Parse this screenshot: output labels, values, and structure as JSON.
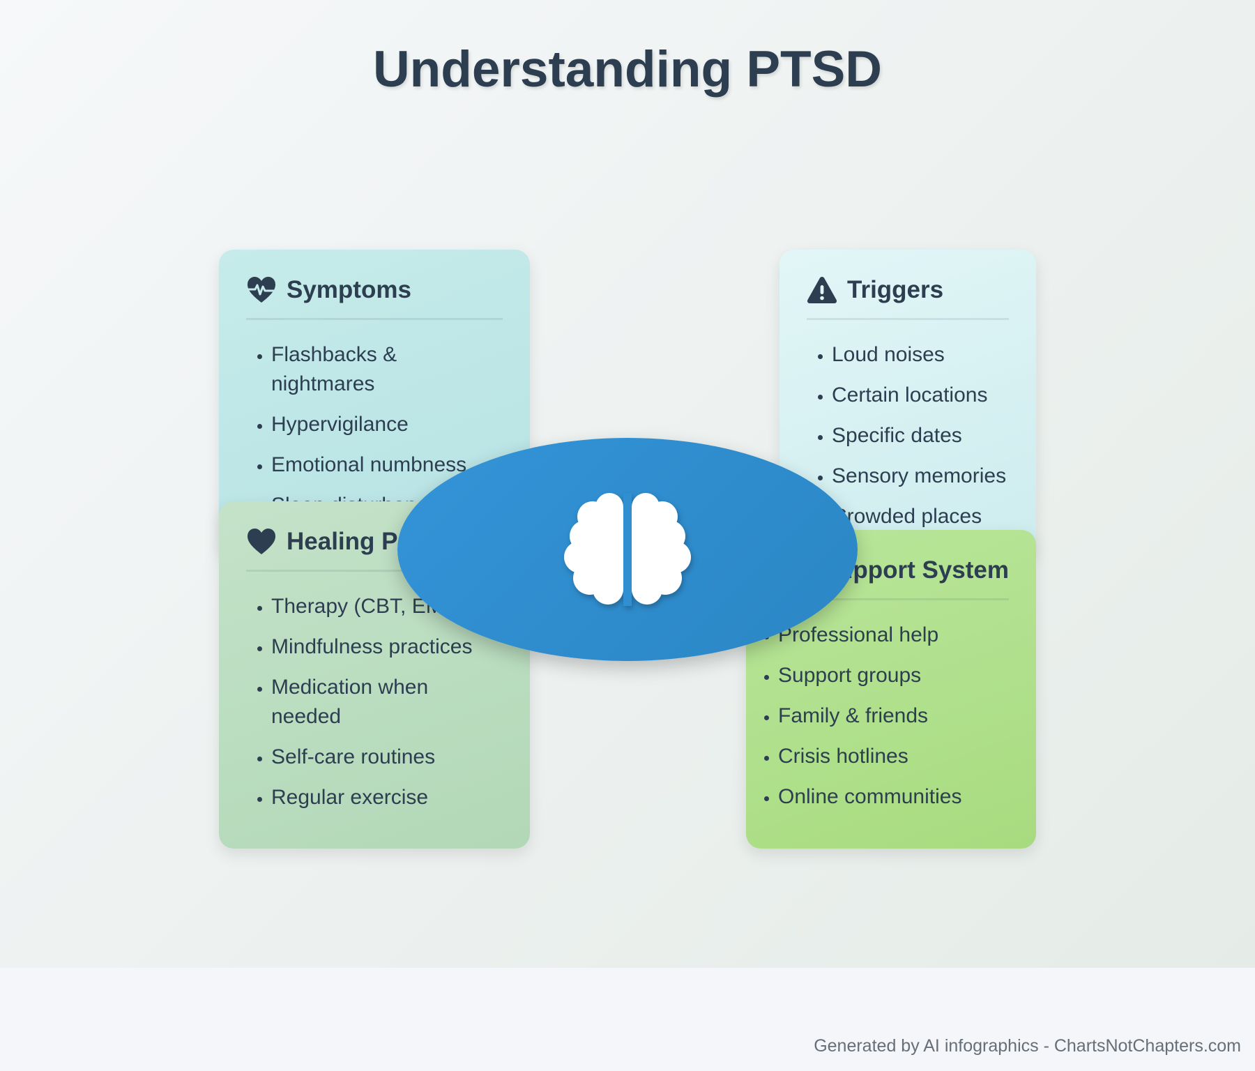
{
  "page": {
    "title": "Understanding PTSD",
    "footer": "Generated by AI infographics - ChartsNotChapters.com"
  },
  "center": {
    "icon": "brain-icon",
    "color": "#3394d8"
  },
  "cards": {
    "symptoms": {
      "title": "Symptoms",
      "icon": "heartbeat-icon",
      "color": "#c6ebea",
      "items": [
        "Flashbacks & nightmares",
        "Hypervigilance",
        "Emotional numbness",
        "Sleep disturbances"
      ]
    },
    "triggers": {
      "title": "Triggers",
      "icon": "warning-icon",
      "color": "#e2f6f7",
      "items": [
        "Loud noises",
        "Certain locations",
        "Specific dates",
        "Sensory memories",
        "Crowded places"
      ]
    },
    "healing": {
      "title": "Healing Path",
      "icon": "heart-icon",
      "color": "#c4e2c9",
      "items": [
        "Therapy (CBT, EMDR)",
        "Mindfulness practices",
        "Medication when needed",
        "Self-care routines",
        "Regular exercise"
      ]
    },
    "support": {
      "title": "Support System",
      "icon": "hands-icon",
      "color": "#b9e69a",
      "items": [
        "Professional help",
        "Support groups",
        "Family & friends",
        "Crisis hotlines",
        "Online communities"
      ]
    }
  }
}
